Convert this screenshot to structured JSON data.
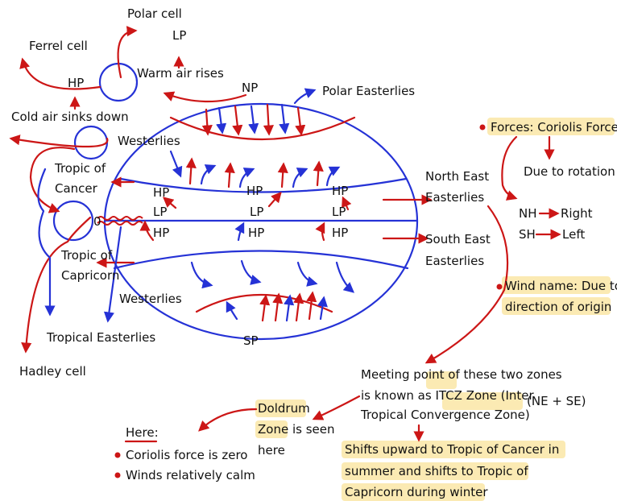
{
  "labels": {
    "polar_cell": "Polar cell",
    "lp_top": "LP",
    "ferrel_cell": "Ferrel cell",
    "warm_air_rises": "Warm air rises",
    "hp_left": "HP",
    "np": "NP",
    "polar_easterlies": "Polar Easterlies",
    "cold_air_sinks": "Cold air sinks down",
    "westerlies_top": "Westerlies",
    "tropic_cancer_1": "Tropic of",
    "tropic_cancer_2": "Cancer",
    "zero_label": "0",
    "tropic_capricorn_1": "Tropic of",
    "tropic_capricorn_2": "Capricorn",
    "westerlies_bottom": "Westerlies",
    "tropical_easterlies": "Tropical Easterlies",
    "hadley_cell": "Hadley cell",
    "sp": "SP",
    "ne_easterlies_1": "North East",
    "ne_easterlies_2": "Easterlies",
    "se_easterlies_1": "South East",
    "se_easterlies_2": "Easterlies"
  },
  "pressure": {
    "hp_upper": [
      "HP",
      "HP",
      "HP"
    ],
    "lp_equator": [
      "LP",
      "LP",
      "LP"
    ],
    "hp_lower": [
      "HP",
      "HP",
      "HP"
    ]
  },
  "forces": {
    "title": "Forces: Coriolis Force",
    "cause": "Due to rotation",
    "nh_label": "NH",
    "nh_dir": "Right",
    "sh_label": "SH",
    "sh_dir": "Left"
  },
  "wind_name": {
    "line1": "Wind name: Due to",
    "line2": "direction of origin"
  },
  "itcz": {
    "line1": "Meeting point of these two zones",
    "line2_pre": "is known as ",
    "line2_hl": "ITCZ",
    "line2_post": " Zone (Inter",
    "ne_se": "(NE + SE)",
    "line3": "Tropical Convergence Zone)"
  },
  "shifts": {
    "line1": "Shifts upward to Tropic of Cancer in",
    "line2": "summer and shifts to Tropic of",
    "line3": "Capricorn during winter"
  },
  "doldrum": {
    "line1": "Doldrum",
    "line2_hl": "Zone",
    "line2_post": " is seen",
    "line3": "here"
  },
  "here_note": {
    "title": "Here:",
    "bullet1": "Coriolis force is zero",
    "bullet2": "Winds relatively calm"
  },
  "colors": {
    "ink_blue": "#2532d6",
    "ink_red": "#cc1616",
    "highlight": "#fbeab3"
  }
}
